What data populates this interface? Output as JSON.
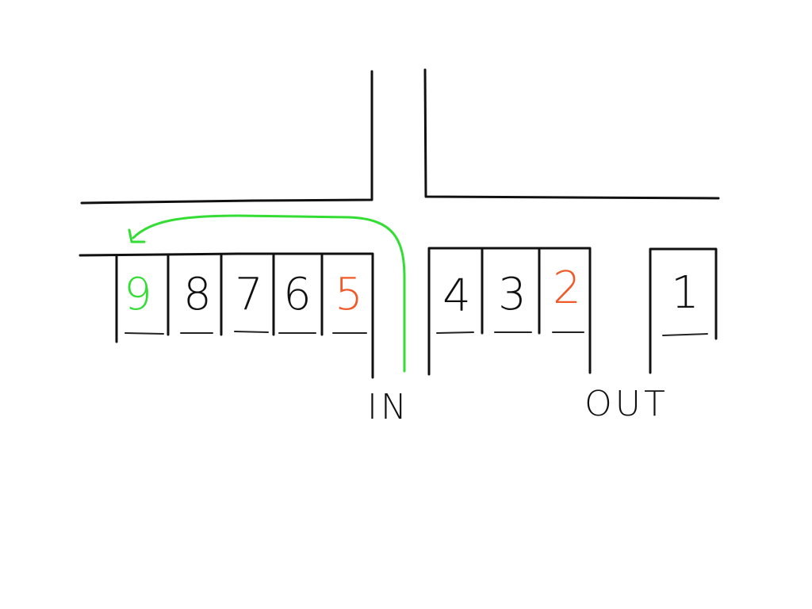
{
  "colors": {
    "ink": "#111111",
    "highlight_red": "#f05a28",
    "highlight_green": "#33dd33"
  },
  "slots": [
    {
      "label": "9",
      "status": "green"
    },
    {
      "label": "8",
      "status": "normal"
    },
    {
      "label": "7",
      "status": "normal"
    },
    {
      "label": "6",
      "status": "normal"
    },
    {
      "label": "5",
      "status": "red"
    },
    {
      "label": "4",
      "status": "normal"
    },
    {
      "label": "3",
      "status": "normal"
    },
    {
      "label": "2",
      "status": "red"
    },
    {
      "label": "1",
      "status": "normal"
    }
  ],
  "labels": {
    "entrance": "IN",
    "exit": "OUT"
  }
}
